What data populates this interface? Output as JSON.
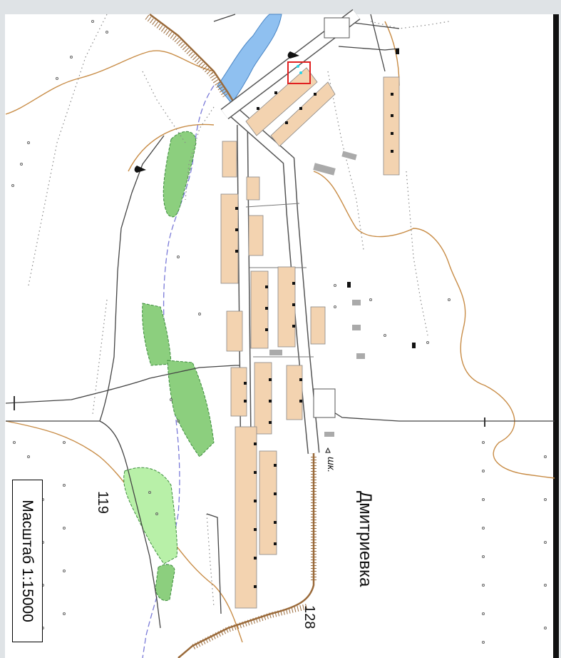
{
  "map": {
    "place_name": "Дмитриевка",
    "abbrev_school": "шк.",
    "elevation_1": "119",
    "elevation_2": "128",
    "scale_label": "Масштаб 1:15000",
    "colors": {
      "background": "#ffffff",
      "frame": "#dfe3e6",
      "residential": "#f3d3b0",
      "forest": "#8ccf7e",
      "light_forest": "#b8f0a8",
      "water": "#8fc0f0",
      "contour": "#c88c46",
      "road": "#555555",
      "railway": "#9a6a3a",
      "highlight": "#e02020"
    },
    "icons": [
      "marker-icon",
      "marker-icon",
      "selection-icon",
      "dot-icon"
    ]
  }
}
